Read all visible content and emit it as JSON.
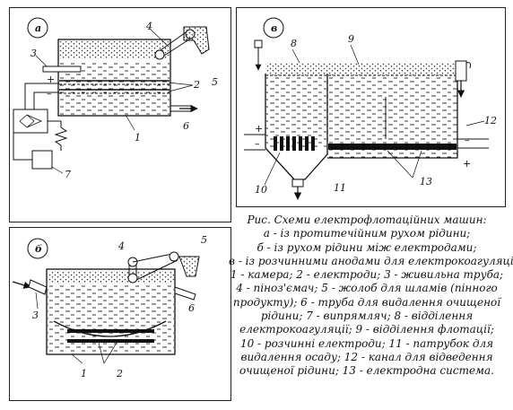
{
  "panels": {
    "a": {
      "letter": "а"
    },
    "v": {
      "letter": "в"
    },
    "b": {
      "letter": "б"
    }
  },
  "labels_a": {
    "n1": "1",
    "n2": "2",
    "n3": "3",
    "n4": "4",
    "n5": "5",
    "n6": "6",
    "n7": "7",
    "plus": "+",
    "minus": "–"
  },
  "labels_v": {
    "n8": "8",
    "n9": "9",
    "n10": "10",
    "n11": "11",
    "n12": "12",
    "n13": "13",
    "plus_l": "+",
    "minus_l": "–",
    "minus_r": "–",
    "plus_r": "+"
  },
  "labels_b": {
    "n1": "1",
    "n2": "2",
    "n3": "3",
    "n4": "4",
    "n5": "5",
    "n6": "6"
  },
  "caption": {
    "lines": [
      "Рис. Схеми електрофлотаційних машин:",
      "а - із протитечійним рухом рідини;",
      "б - із рухом рідини між електродами;",
      "в - із розчинними анодами для електрокоагуляції.",
      "1 - камера; 2 - електроди; 3 - живильна труба;",
      "4 - піноз'ємач; 5 - жолоб для шламів (пінного",
      "продукту); 6 - труба для видалення очищеної",
      "рідини; 7 - випрямляч; 8 - відділення",
      "електрокоагуляції; 9 - відділення флотації;",
      "10 - розчинні електроди; 11 - патрубок для",
      "видалення осаду; 12 - канал для відведення",
      "очищеної рідини; 13 - електродна система."
    ]
  }
}
